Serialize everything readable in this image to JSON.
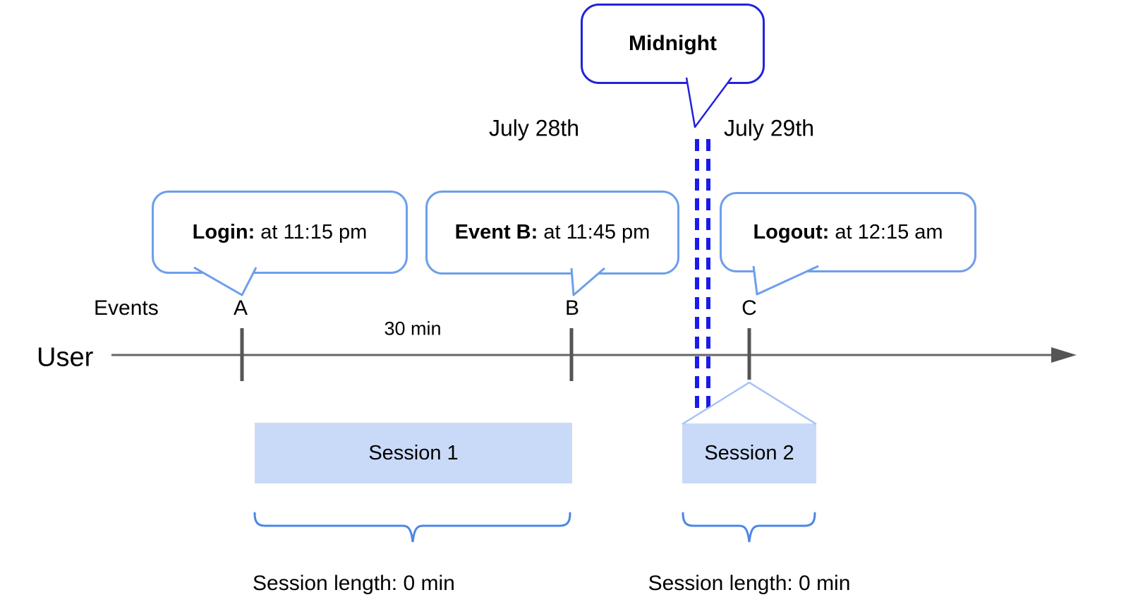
{
  "dates": {
    "before_midnight": "July 28th",
    "after_midnight": "July 29th"
  },
  "midnight_callout": {
    "label": "Midnight"
  },
  "callouts": {
    "login": {
      "label": "Login:",
      "time": " at 11:15 pm"
    },
    "event_b": {
      "label": "Event B:",
      "time": " at 11:45 pm"
    },
    "logout": {
      "label": "Logout:",
      "time": " at 12:15 am"
    }
  },
  "timeline": {
    "row_label": "Events",
    "actor_label": "User",
    "interval_label": "30 min",
    "markers": {
      "a": "A",
      "b": "B",
      "c": "C"
    }
  },
  "sessions": {
    "session1": {
      "name": "Session 1",
      "length": "Session length: 0 min"
    },
    "session2": {
      "name": "Session 2",
      "length": "Session length: 0 min"
    }
  },
  "colors": {
    "callout_border": "#6d9eeb",
    "midnight_border": "#2222dd",
    "midnight_dash": "#1a1aee",
    "session_fill": "#c9daf8",
    "brace": "#4a86e8",
    "funnel": "#a4c2f4",
    "timeline_line": "#666666",
    "tick": "#555555",
    "text": "#000000"
  }
}
